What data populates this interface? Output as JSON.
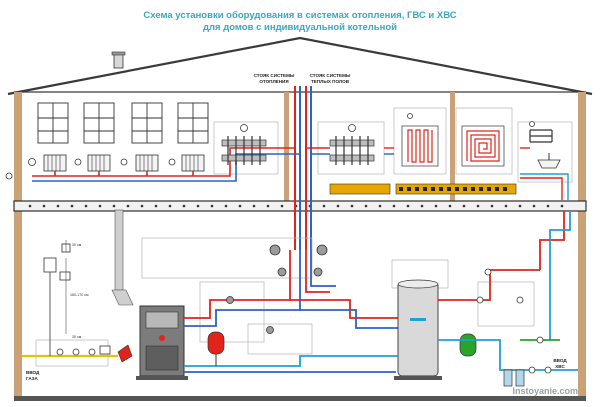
{
  "title": {
    "line1": "Схема установки оборудования в системах отопления, ГВС и ХВС",
    "line2": "для домов с индивидуальной котельной"
  },
  "labels": {
    "risers_heating": [
      "СТОЯК СИСТЕМЫ",
      "ОТОПЛЕНИЯ"
    ],
    "risers_floor": [
      "СТОЯК СИСТЕМЫ",
      "ТЕПЛЫХ ПОЛОВ"
    ],
    "gas_input": [
      "ВВОД",
      "ГАЗА"
    ],
    "cold_water_input": [
      "ВВОД",
      "ХВС"
    ],
    "dim_top": "30 см",
    "dim_mid": "160-170 см",
    "dim_low": "30 см",
    "watermark": "Instoyanie.com"
  },
  "colors": {
    "hot": "#e0241b",
    "return": "#2a63c9",
    "cold": "#1fa0d6",
    "gas": "#e8c200",
    "dark": "#333333",
    "wall": "#c9a278",
    "floor": "#2e2e2e",
    "heated_floor": "#e6a700",
    "title": "#3aa7c4"
  },
  "icons": [
    "chimney-icon",
    "radiator-icon",
    "manifold-icon",
    "boiler-icon",
    "water-heater-icon",
    "pump-icon",
    "expansion-tank-icon",
    "valve-icon",
    "sink-icon",
    "towel-rail-icon",
    "window-icon",
    "filter-icon"
  ]
}
